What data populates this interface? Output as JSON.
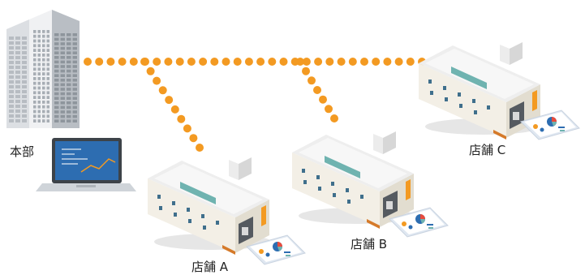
{
  "labels": {
    "hq": "本部",
    "store_a": "店舗 A",
    "store_b": "店舗 B",
    "store_c": "店舗 C"
  },
  "colors": {
    "link_dot": "#f39a22",
    "roof": "#eeeeee",
    "wall": "#f3efe6",
    "wall_side": "#e2ddd0",
    "accent_teal": "#6fb3b0",
    "window": "#3f6f8c",
    "door": "#555a60",
    "orange_panel": "#f39a22",
    "tablet_frame": "#dfe7f1",
    "tablet_screen": "#ffffff",
    "laptop_screen": "#2d6db1",
    "tower_light": "#dcdfe3",
    "tower_dark": "#b9bec4"
  },
  "icons": {
    "hq_building": "office-tower-icon",
    "hq_laptop": "laptop-icon",
    "store_building": "store-building-icon",
    "store_tablet": "tablet-dashboard-icon"
  }
}
